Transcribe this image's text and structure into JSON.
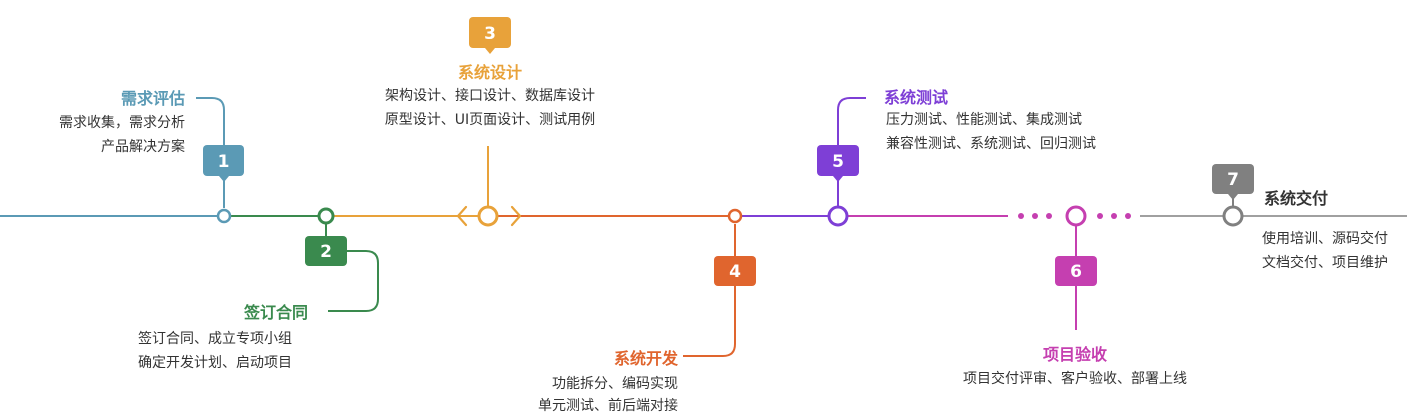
{
  "colors": {
    "step1": "#5b9ab5",
    "step2": "#3a8a4e",
    "step3": "#e8a23a",
    "step4": "#e0652e",
    "step5": "#7e3fd6",
    "step6": "#c53fb0",
    "step7": "#808080",
    "text": "#333333"
  },
  "steps": [
    {
      "num": "1",
      "title": "需求评估",
      "lines": [
        "需求收集，需求分析",
        "产品解决方案"
      ]
    },
    {
      "num": "2",
      "title": "签订合同",
      "lines": [
        "签订合同、成立专项小组",
        "确定开发计划、启动项目"
      ]
    },
    {
      "num": "3",
      "title": "系统设计",
      "lines": [
        "架构设计、接口设计、数据库设计",
        "原型设计、UI页面设计、测试用例"
      ]
    },
    {
      "num": "4",
      "title": "系统开发",
      "lines": [
        "功能拆分、编码实现",
        "单元测试、前后端对接"
      ]
    },
    {
      "num": "5",
      "title": "系统测试",
      "lines": [
        "压力测试、性能测试、集成测试",
        "兼容性测试、系统测试、回归测试"
      ]
    },
    {
      "num": "6",
      "title": "项目验收",
      "lines": [
        "项目交付评审、客户验收、部署上线"
      ]
    },
    {
      "num": "7",
      "title": "系统交付",
      "lines": [
        "使用培训、源码交付",
        "文档交付、项目维护"
      ]
    }
  ]
}
